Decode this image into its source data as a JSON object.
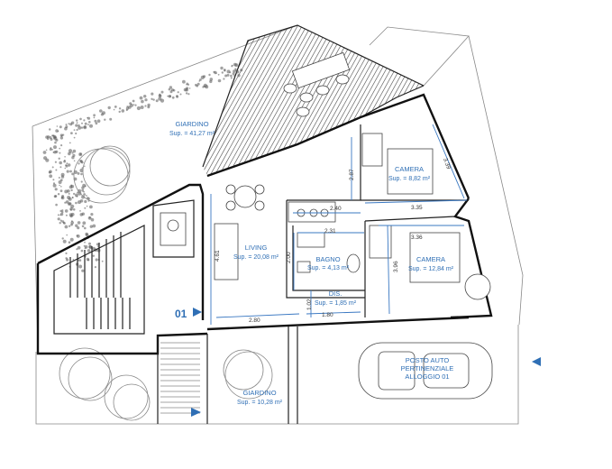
{
  "rooms": {
    "giardino_north": {
      "name": "GIARDINO",
      "area": "Sup. = 41,27 m²"
    },
    "camera_1": {
      "name": "CAMERA",
      "area": "Sup. = 8,82 m²"
    },
    "living": {
      "name": "LIVING",
      "area": "Sup. = 20,08 m²"
    },
    "bagno": {
      "name": "BAGNO",
      "area": "Sup. = 4,13 m²"
    },
    "camera_2": {
      "name": "CAMERA",
      "area": "Sup. = 12,84 m²"
    },
    "dis": {
      "name": "DIS.",
      "area": "Sup. = 1,85 m²"
    },
    "giardino_south": {
      "name": "GIARDINO",
      "area": "Sup. = 10,28 m²"
    },
    "posto_auto": {
      "line1": "POSTO AUTO",
      "line2": "PERTINENZIALE",
      "line3": "ALLOGGIO 01"
    }
  },
  "dimensions": {
    "d_339": "3.39",
    "d_287": "2.87",
    "d_240": "2.40",
    "d_335": "3.35",
    "d_231": "2.31",
    "d_336": "3.36",
    "d_461": "4.61",
    "d_200": "2.00",
    "d_396": "3.96",
    "d_102": "1.02",
    "d_280": "2.80",
    "d_180": "1.80"
  },
  "entry": {
    "label": "01"
  },
  "colors": {
    "accent": "#2f6fb5",
    "dim": "#3a78c2",
    "wall": "#111111"
  }
}
